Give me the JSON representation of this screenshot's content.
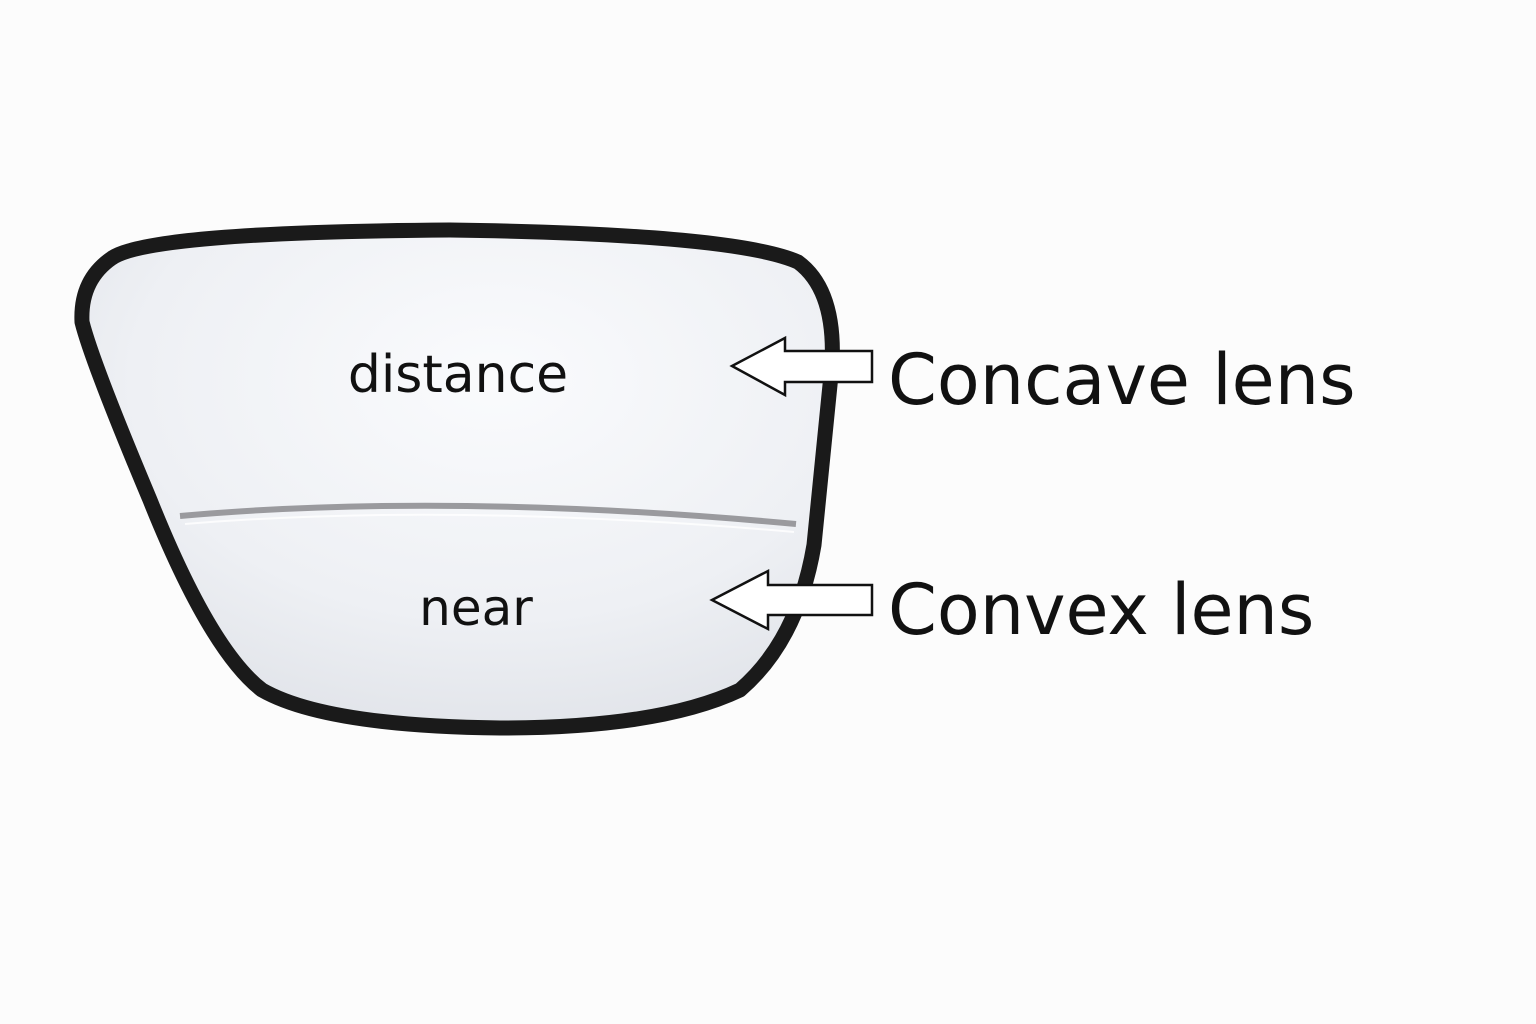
{
  "diagram": {
    "zones": [
      {
        "label": "distance",
        "lens_type": "Concave lens"
      },
      {
        "label": "near",
        "lens_type": "Convex lens"
      }
    ],
    "colors": {
      "frame": "#1a1a1a",
      "divider": "#9a9a9e",
      "text": "#111111",
      "background": "#fcfcfc"
    }
  }
}
